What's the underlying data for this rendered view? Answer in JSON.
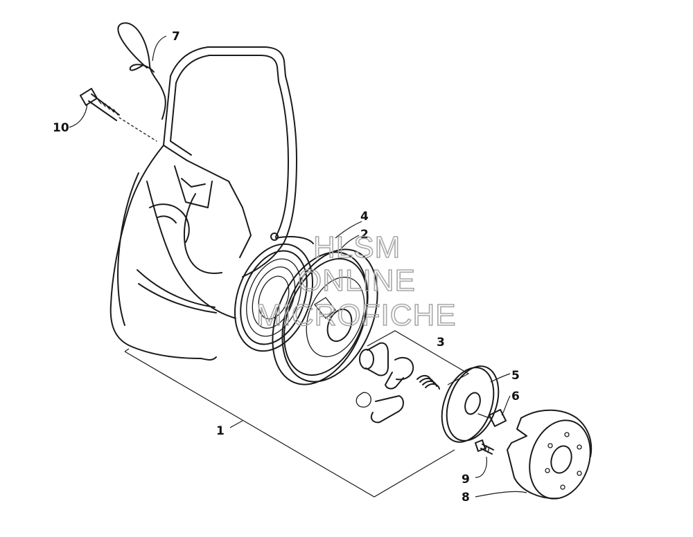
{
  "callouts": [
    {
      "id": "1",
      "label": "1"
    },
    {
      "id": "2",
      "label": "2"
    },
    {
      "id": "3",
      "label": "3"
    },
    {
      "id": "4",
      "label": "4"
    },
    {
      "id": "5",
      "label": "5"
    },
    {
      "id": "6",
      "label": "6"
    },
    {
      "id": "7",
      "label": "7"
    },
    {
      "id": "8",
      "label": "8"
    },
    {
      "id": "9",
      "label": "9"
    },
    {
      "id": "10",
      "label": "10"
    }
  ],
  "watermark": {
    "line1": "HLSM",
    "line2": "ONLINE",
    "line3": "MICROFICHE"
  }
}
